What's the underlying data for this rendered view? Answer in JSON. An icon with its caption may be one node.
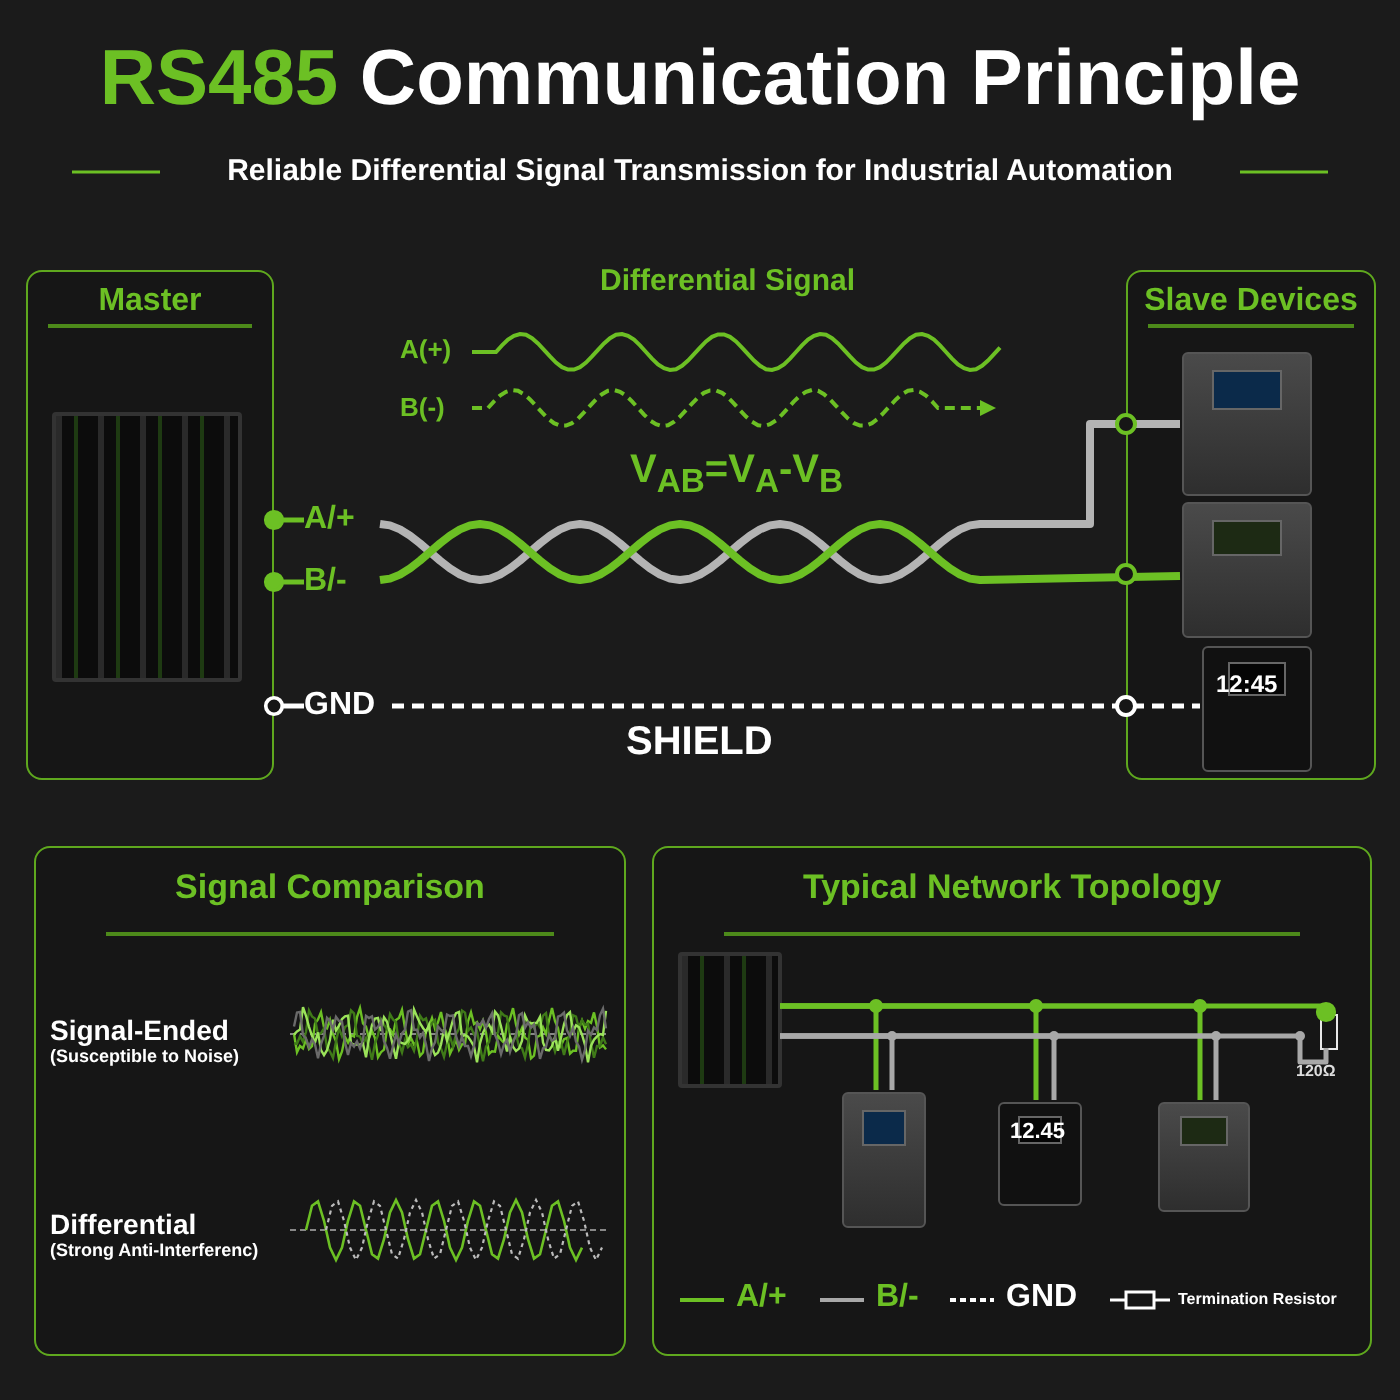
{
  "diagram": {
    "title": "RS485 Communication Principle",
    "nodes": [
      {
        "text": [
          "Master"
        ]
      },
      {
        "text": [],
        "shape": "picture",
        "in": 0
      },
      {
        "text": [
          "A/+"
        ]
      },
      {
        "text": [
          "B/-"
        ]
      },
      {
        "text": [
          "GND"
        ]
      },
      {
        "text": [
          "Slave Devices"
        ]
      },
      {
        "text": [],
        "shape": "picture",
        "in": 5
      },
      {
        "text": [],
        "shape": "picture",
        "in": 5
      },
      {
        "text": [],
        "shape": "picture",
        "in": 5
      },
      {
        "text": [
          "Signal Comparison"
        ]
      },
      {
        "text": [
          "Typical Network Topology"
        ]
      },
      {
        "text": [],
        "shape": "picture",
        "in": 10
      },
      {
        "text": [],
        "shape": "picture",
        "in": 10
      },
      {
        "text": [],
        "shape": "picture",
        "in": 10
      },
      {
        "text": [],
        "shape": "picture",
        "in": 10
      },
      {
        "text": [],
        "shape": "box",
        "in": 10,
        "beside": [
          "120Ω"
        ]
      }
    ],
    "edges": [
      {
        "from": 0,
        "to": 2,
        "arrow": "other",
        "color": "#6cc024"
      },
      {
        "from": 0,
        "to": 3,
        "arrow": "other",
        "color": "#6cc024"
      },
      {
        "from": 0,
        "to": 4,
        "arrow": "other",
        "color": "#ffffff"
      },
      {
        "from": 2,
        "to": 6,
        "arrow": "none",
        "color": "#b4b4b4"
      },
      {
        "from": 3,
        "to": 7,
        "arrow": "none",
        "color": "#6cc024"
      },
      {
        "from": 4,
        "to": 8,
        "arrow": "none",
        "style": "dashed",
        "color": "#ffffff"
      },
      {
        "from": 11,
        "to": 12,
        "arrow": "none",
        "color": "#6cc024"
      },
      {
        "from": 11,
        "to": 13,
        "arrow": "none",
        "color": "#6cc024"
      },
      {
        "from": 11,
        "to": 14,
        "arrow": "none",
        "color": "#6cc024"
      },
      {
        "from": 11,
        "to": 15,
        "arrow": "other",
        "color": "#6cc024"
      },
      {
        "from": 11,
        "to": 12,
        "arrow": "none",
        "color": "#a8a8a8"
      },
      {
        "from": 11,
        "to": 13,
        "arrow": "none",
        "color": "#a8a8a8"
      },
      {
        "from": 11,
        "to": 14,
        "arrow": "none",
        "color": "#a8a8a8"
      },
      {
        "from": 11,
        "to": 15,
        "arrow": "none",
        "color": "#a8a8a8"
      }
    ],
    "labels": [
      "Reliable Differential Signal Transmission for Industrial Automation",
      "Differential Signal",
      "A(+)",
      "B(-)",
      "V$_{AB}$=V$_{A}$-V$_{B}$",
      "SHIELD",
      "12:45",
      "Signal-Ended",
      "(Susceptible to Noise)",
      "Differential",
      "(Strong Anti-Interferenc)",
      "12.45"
    ],
    "legend": [
      {
        "text": "A/+"
      },
      {
        "text": "B/-"
      },
      {
        "text": "GND"
      },
      {
        "text": "Termination Resistor"
      }
    ]
  }
}
